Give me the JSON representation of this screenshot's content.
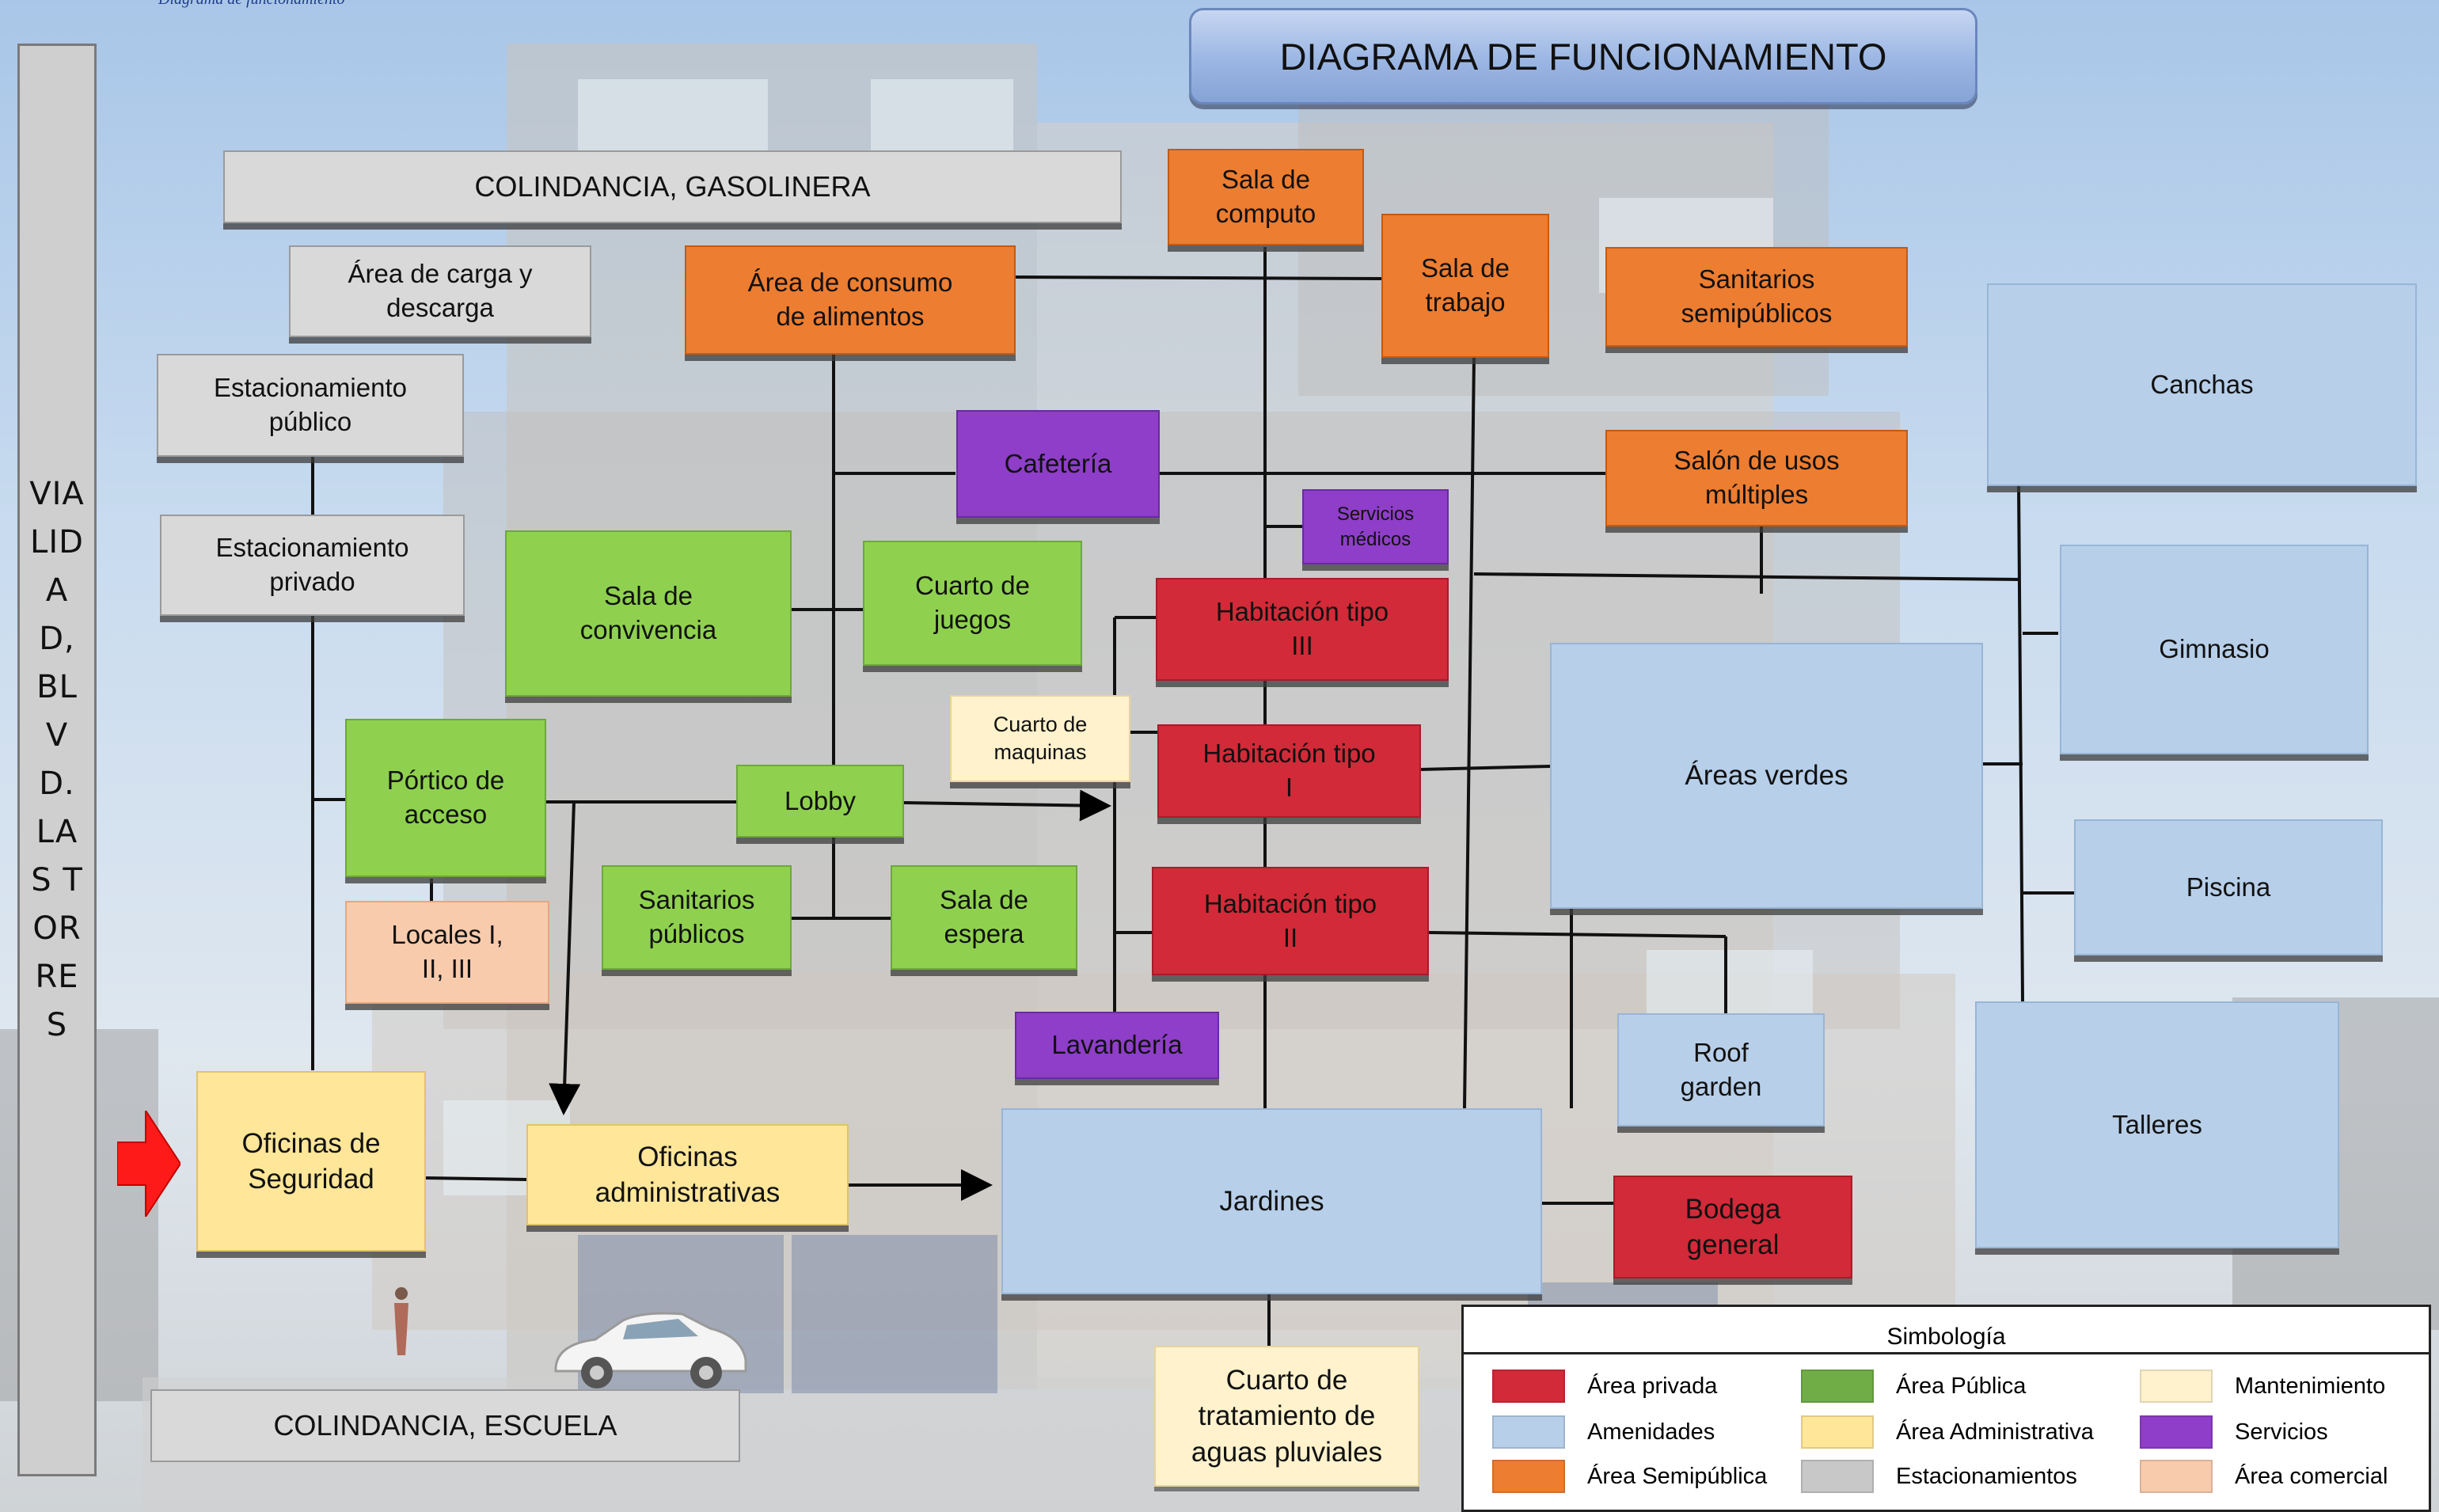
{
  "subtitle": "Diagrama de funcionamiento",
  "title": "DIAGRAMA DE FUNCIONAMIENTO",
  "side_label": "VIALIDAD, BLVD. LAS TORRES",
  "boundaries": {
    "top": "COLINDANCIA, GASOLINERA",
    "bottom": "COLINDANCIA, ESCUELA"
  },
  "spaces": {
    "sala_computo": "Sala de\ncomputo",
    "sala_trabajo": "Sala de\ntrabajo",
    "sanitarios_semipublicos": "Sanitarios\nsemipúblicos",
    "area_carga": "Área de carga y\ndescarga",
    "area_consumo": "Área de consumo\nde alimentos",
    "estacionamiento_publico": "Estacionamiento\npúblico",
    "estacionamiento_privado": "Estacionamiento\nprivado",
    "cafeteria": "Cafetería",
    "salon_usos": "Salón de usos\nmúltiples",
    "servicios_medicos": "Servicios\nmédicos",
    "canchas": "Canchas",
    "gimnasio": "Gimnasio",
    "piscina": "Piscina",
    "talleres": "Talleres",
    "sala_convivencia": "Sala de\nconvivencia",
    "cuarto_juegos": "Cuarto de\njuegos",
    "hab_tipo_3": "Habitación tipo\nIII",
    "hab_tipo_1": "Habitación tipo\nI",
    "hab_tipo_2": "Habitación tipo\nII",
    "cuarto_maquinas": "Cuarto de\nmaquinas",
    "portico": "Pórtico de\nacceso",
    "lobby": "Lobby",
    "sanitarios_publicos": "Sanitarios\npúblicos",
    "sala_espera": "Sala de\nespera",
    "locales": "Locales I,\nII, III",
    "areas_verdes": "Áreas verdes",
    "lavanderia": "Lavandería",
    "roof_garden": "Roof\ngarden",
    "oficinas_seguridad": "Oficinas de\nSeguridad",
    "oficinas_admin": "Oficinas\nadministrativas",
    "jardines": "Jardines",
    "bodega": "Bodega\ngeneral",
    "cuarto_tratamiento": "Cuarto de\ntratamiento de\naguas pluviales"
  },
  "legend": {
    "title": "Simbología",
    "items": [
      {
        "label": "Área privada",
        "color": "#d22a38"
      },
      {
        "label": "Amenidades",
        "color": "#b7cfe9"
      },
      {
        "label": "Área Semipública",
        "color": "#ed7d31"
      },
      {
        "label": "Área Pública",
        "color": "#70ad47"
      },
      {
        "label": "Área Administrativa",
        "color": "#ffe699"
      },
      {
        "label": "Estacionamientos",
        "color": "#c8c8c8"
      },
      {
        "label": "Mantenimiento",
        "color": "#fff2cc"
      },
      {
        "label": "Servicios",
        "color": "#8e3ec8"
      },
      {
        "label": "Área comercial",
        "color": "#f8cbad"
      }
    ]
  }
}
